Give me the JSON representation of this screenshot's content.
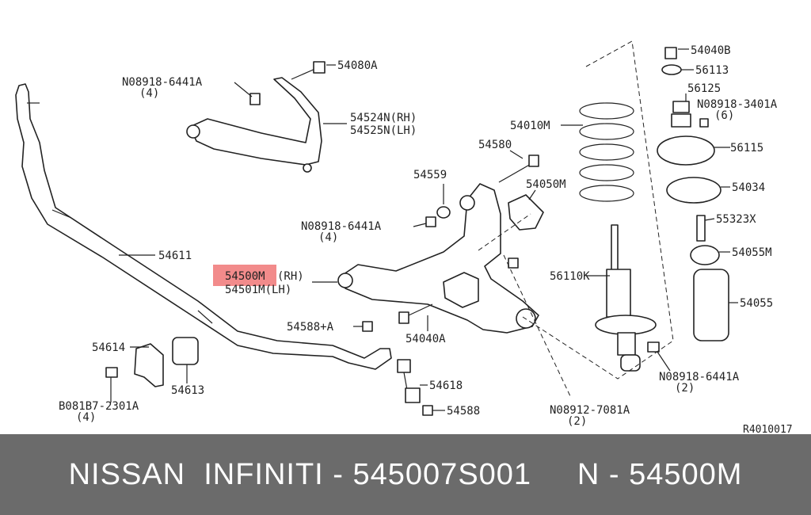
{
  "highlight_color": "#f28b8b",
  "labels": {
    "n_08918_6441a_top": "N08918-6441A",
    "qty_4_top": "(4)",
    "p54080a": "54080A",
    "p54524n": "54524N(RH)",
    "p54525n": "54525N(LH)",
    "p54010m": "54010M",
    "p54580": "54580",
    "p54559": "54559",
    "p54050m": "54050M",
    "n_08918_6441a_mid": "N08918-6441A",
    "qty_4_mid": "(4)",
    "p54611": "54611",
    "p54500m": "54500M",
    "rh": "(RH)",
    "p54501m": "54501M(LH)",
    "p54588a": "54588+A",
    "p54040a": "54040A",
    "p54614": "54614",
    "p54613": "54613",
    "b081b7": "B081B7-2301A",
    "qty_4_bot": "(4)",
    "p54618": "54618",
    "p54588": "54588",
    "n_08912_7081a": "N08912-7081A",
    "qty_2_bot": "(2)",
    "p54040b": "54040B",
    "p56113": "56113",
    "p56125": "56125",
    "n_08918_3401a": "N08918-3401A",
    "qty_6": "(6)",
    "p56115": "56115",
    "p54034": "54034",
    "p55323x": "55323X",
    "p54055m": "54055M",
    "p56110k": "56110K",
    "p54055": "54055",
    "n_08918_6441a_right": "N08918-6441A",
    "qty_2_right": "(2)",
    "ref_code": "R4010017"
  },
  "footer": {
    "text": "NISSAN  INFINITI - 545007S001     N - 54500M"
  }
}
